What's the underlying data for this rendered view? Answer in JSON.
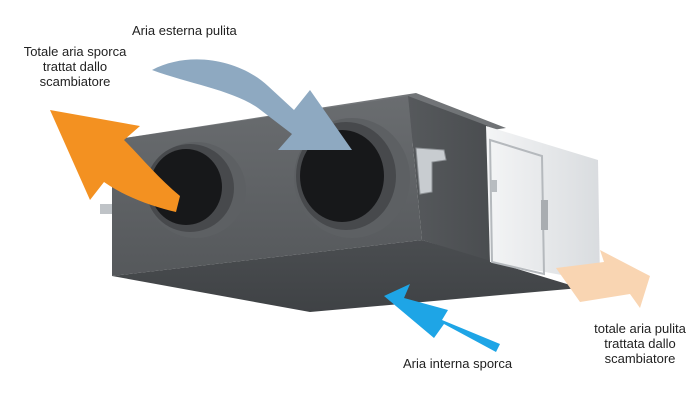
{
  "labels": {
    "outside_air": "Aria esterna pulita",
    "exhaust_air": [
      "Totale aria sporca",
      "trattat dallo",
      "scambiatore"
    ],
    "indoor_air": "Aria interna sporca",
    "supply_air": [
      "totale aria pulita",
      "trattata dallo",
      "scambiatore"
    ]
  },
  "arrows": [
    {
      "name": "outside-air-arrow",
      "color": "#8ea9c1"
    },
    {
      "name": "exhaust-air-arrow",
      "color": "#f39121"
    },
    {
      "name": "indoor-air-arrow",
      "color": "#1ea5e6"
    },
    {
      "name": "supply-air-arrow",
      "color": "#f9d5b2"
    }
  ]
}
